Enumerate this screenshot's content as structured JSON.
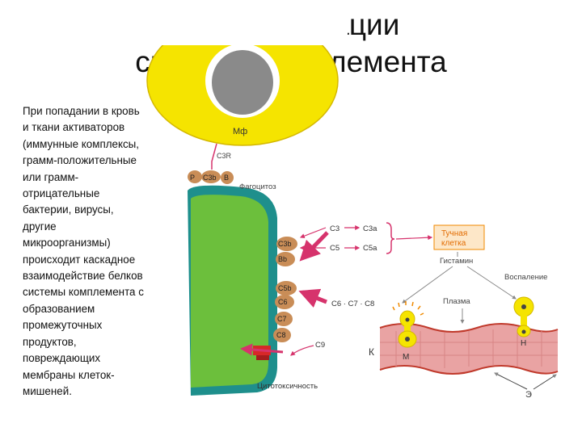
{
  "title": {
    "line1": "Путь активации",
    "line2": "системы комплемента"
  },
  "body_lines": [
    "При попадании в кровь",
    "и ткани активаторов",
    "(иммунные комплексы,",
    "грамм-положительные",
    "или грамм-",
    "отрицательные",
    "бактерии, вирусы,",
    "другие",
    "микроорганизмы)",
    "происходит каскадное",
    "взаимодействие белков",
    "системы комплемента с",
    "образованием",
    "промежуточных",
    "продуктов,",
    "повреждающих",
    "мембраны клеток-",
    "мишеней."
  ],
  "diagram": {
    "phagocyte_label": "Мф",
    "receptor_label": "C3R",
    "p_label": "P",
    "c3b_top_label": "C3b",
    "b_label": "B",
    "phagocytosis_label": "Фагоцитоз",
    "chain_labels": [
      "C3b",
      "Bb",
      "C5b",
      "C6",
      "C7",
      "C8"
    ],
    "c3_label": "C3",
    "c3a_label": "C3a",
    "c5_label": "C5",
    "c5a_label": "C5a",
    "c6_c7_c8_label": "C6 · C7 · C8",
    "c9_label": "C9",
    "mast_cell_label": "Тучная\nклетка",
    "histamine_label": "Гистамин",
    "inflammation_label": "Воспаление",
    "plasma_label": "Плазма",
    "k_label": "К",
    "m_label": "М",
    "n_label": "Н",
    "e_label": "Э",
    "cytotoxicity_label": "Цитотоксичность",
    "colors": {
      "phagocyte": "#f5e400",
      "bacterium": "#6cbf3c",
      "membrane": "#1e8f8c",
      "complement": "#c98d57",
      "arrow": "#d6336c",
      "vessel": "#e9a3a3",
      "vessel_border": "#c0392b",
      "mast_fill": "#fde7c8",
      "mast_border": "#f08a00",
      "mast_text": "#e26b00"
    }
  }
}
